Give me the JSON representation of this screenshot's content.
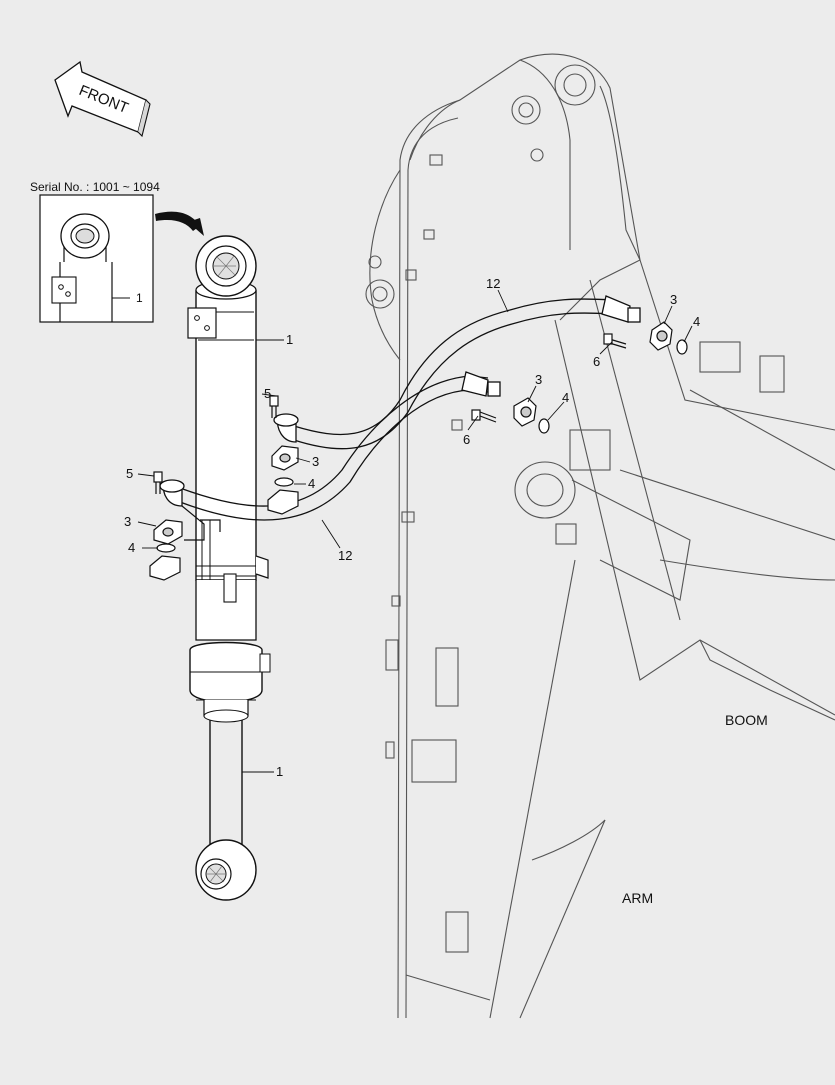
{
  "front_label": "FRONT",
  "inset": {
    "serial_caption": "Serial No. : 1001 ~ 1094",
    "callout": "1"
  },
  "region_labels": {
    "boom": "BOOM",
    "arm": "ARM"
  },
  "callouts": {
    "c1_upper": "1",
    "c1_lower": "1",
    "c12_upper": "12",
    "c12_lower": "12",
    "c3_right_top": "3",
    "c4_right_top": "4",
    "c6_right_top": "6",
    "c3_right_mid": "3",
    "c4_right_mid": "4",
    "c6_right_mid": "6",
    "c5_upper": "5",
    "c3_upper_left": "3",
    "c4_upper_left": "4",
    "c5_lower": "5",
    "c3_lower_left": "3",
    "c4_lower_left": "4"
  }
}
